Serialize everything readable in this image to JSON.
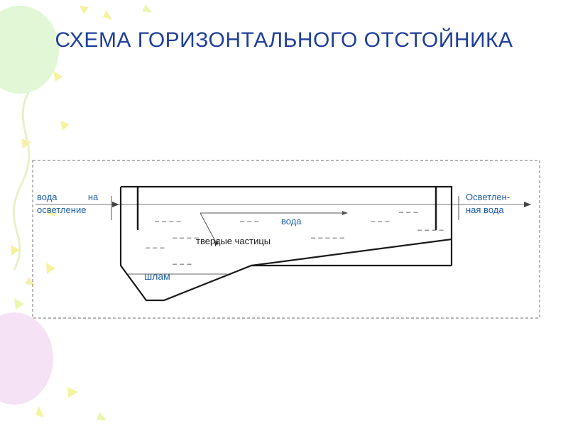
{
  "title": "СХЕМА  ГОРИЗОНТАЛЬНОГО ОТСТОЙНИКА",
  "inlet": {
    "line1": "вода            на",
    "line2": "осветление"
  },
  "outlet": {
    "line1": "Осветлен-",
    "line2": "ная вода"
  },
  "labels": {
    "water": "вода",
    "solids": "твердые частицы",
    "sludge": "шлам"
  },
  "colors": {
    "title": "#1f3f9a",
    "labels": "#1f5fa8",
    "outline": "#1a1a1a",
    "frame": "#8a8a8a"
  }
}
